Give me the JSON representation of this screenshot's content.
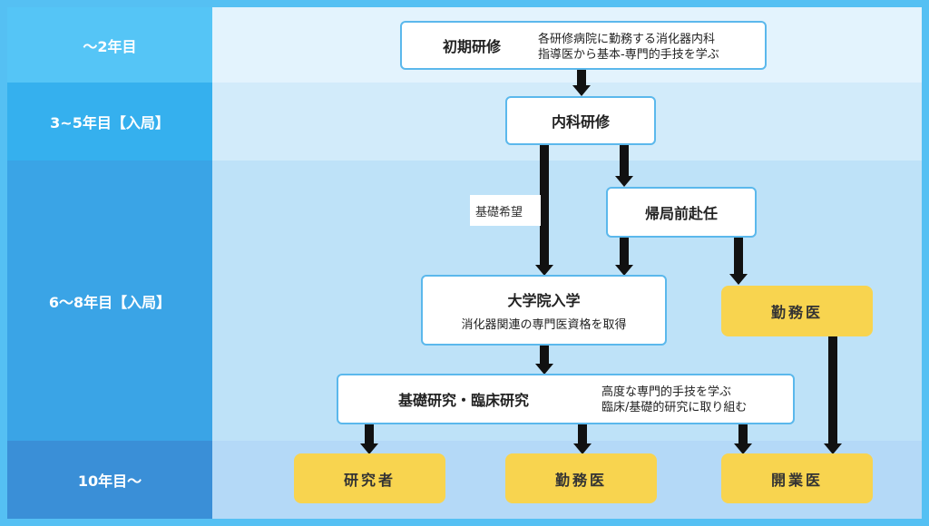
{
  "stages": [
    {
      "label": "〜2年目"
    },
    {
      "label": "3~5年目【入局】"
    },
    {
      "label": "6〜8年目【入局】"
    },
    {
      "label": "10年目〜"
    }
  ],
  "nodes": {
    "initial": {
      "title": "初期研修",
      "line1": "各研修病院に勤務する消化器内科",
      "line2": "指導医から基本-専門的手技を学ぶ"
    },
    "internal": {
      "title": "内科研修"
    },
    "return": {
      "title": "帰局前赴任"
    },
    "graduate": {
      "title": "大学院入学",
      "desc": "消化器関連の専門医資格を取得"
    },
    "research": {
      "title": "基礎研究・臨床研究",
      "line1": "高度な専門的手技を学ぶ",
      "line2": "臨床/基礎的研究に取り組む"
    },
    "work_mid": {
      "title": "勤務医"
    },
    "researcher": {
      "title": "研究者"
    },
    "work_final": {
      "title": "勤務医"
    },
    "practitioner": {
      "title": "開業医"
    }
  },
  "tag_label": "基礎希望",
  "colors": {
    "background": "#55c0f3",
    "stage_colors": [
      "#55c5f6",
      "#35b0ee",
      "#3aa4e6",
      "#3a8fd7"
    ],
    "band_colors": [
      "#e3f3fd",
      "#d2ebfa",
      "#bee2f8",
      "#b4d9f7"
    ],
    "box_border": "#5bb8ec",
    "destination": "#f8d44f",
    "arrow": "#111111"
  }
}
